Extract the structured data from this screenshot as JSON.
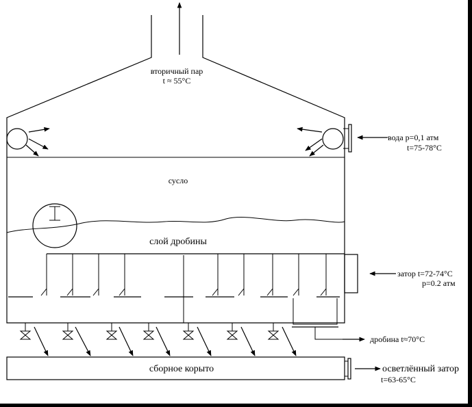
{
  "labels": {
    "secondary_steam": "вторичный пар",
    "steam_temp": "t ≈ 55°C",
    "water": "вода р=0,1 атм",
    "water_temp": "t=75-78°C",
    "wort": "сусло",
    "grain_layer": "слой дробины",
    "mash": "затор t=72-74°C",
    "mash_pressure": "р=0.2 атм",
    "spent_grain": "дробина t≈70°C",
    "collecting_trough": "сборное корыто",
    "clarified_mash": "осветлённый затор",
    "clarified_temp": "t=63-65°C",
    "indicator_symbol": "I"
  },
  "colors": {
    "background": "#000000",
    "paper": "#ffffff",
    "ink": "#000000"
  }
}
